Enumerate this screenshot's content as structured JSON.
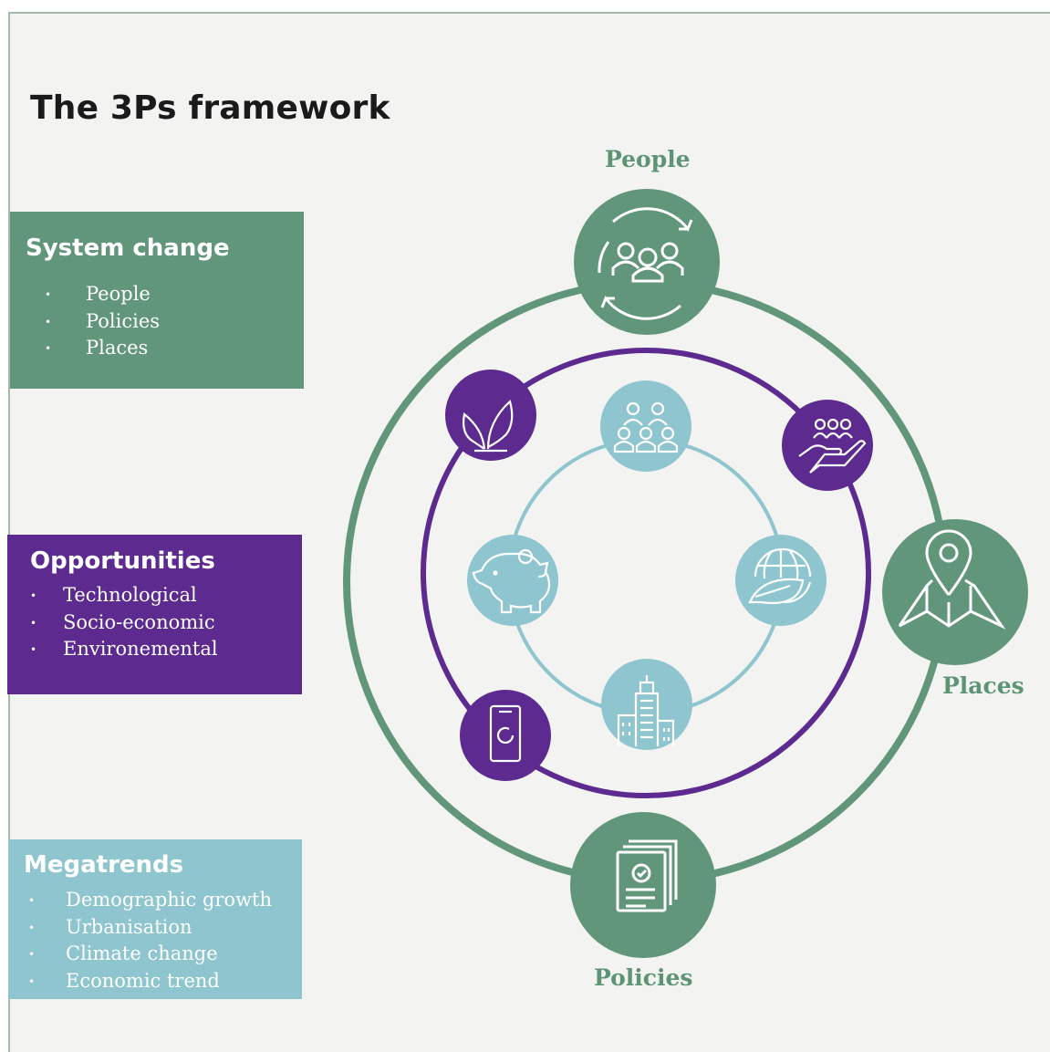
{
  "title": "The 3Ps framework",
  "system_change": {
    "heading": "System change",
    "items": [
      "People",
      "Policies",
      "Places"
    ]
  },
  "opportunities": {
    "heading": "Opportunities",
    "items": [
      "Technological",
      "Socio-economic",
      "Environemental"
    ]
  },
  "megatrends": {
    "heading": "Megatrends",
    "items": [
      "Demographic growth",
      "Urbanisation",
      "Climate change",
      "Economic trend"
    ]
  },
  "labels": {
    "people": "People",
    "places": "Places",
    "policies": "Policies"
  },
  "bullet": "•",
  "colors": {
    "green": "#62967a",
    "purple": "#5d2a8f",
    "teal": "#8ec5cf",
    "label_green": "#5d9474"
  },
  "icons": {
    "outer": [
      "people-cycle-icon",
      "map-pin-icon",
      "document-check-icon"
    ],
    "middle": [
      "plant-icon",
      "hand-people-icon",
      "smartphone-icon"
    ],
    "inner": [
      "group-icon",
      "globe-leaf-icon",
      "skyscraper-icon",
      "piggy-bank-icon"
    ]
  }
}
